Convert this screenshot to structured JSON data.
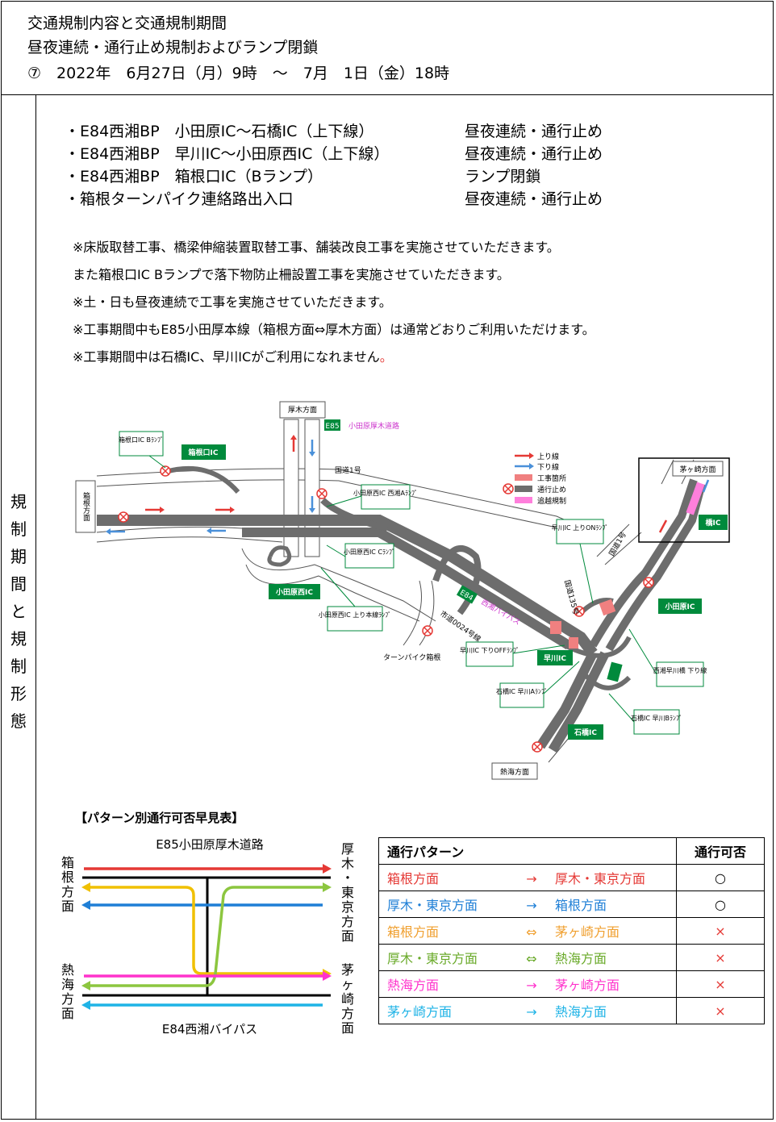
{
  "header": {
    "line1": "交通規制内容と交通規制期間",
    "line2": "昼夜連続・通行止め規制およびランプ閉鎖",
    "line3": "⑦　2022年　6月27日（月）9時　～　7月　1日（金）18時"
  },
  "side_label": [
    "規",
    "制",
    "期",
    "間",
    "と",
    "規",
    "制",
    "形",
    "態"
  ],
  "regulations": [
    {
      "text": "・E84西湘BP　小田原IC～石橋IC（上下線）",
      "type": "昼夜連続・通行止め"
    },
    {
      "text": "・E84西湘BP　早川IC～小田原西IC（上下線）",
      "type": "昼夜連続・通行止め"
    },
    {
      "text": "・E84西湘BP　箱根口IC（Bランプ）",
      "type": "ランプ閉鎖"
    },
    {
      "text": "・箱根ターンパイク連絡路出入口",
      "type": "昼夜連続・通行止め"
    }
  ],
  "notes": [
    "※床版取替工事、橋梁伸縮装置取替工事、舗装改良工事を実施させていただきます。",
    "また箱根口IC Bランプで落下物防止柵設置工事を実施させていただきます。",
    "※土・日も昼夜連続で工事を実施させていただきます。",
    "※工事期間中もE85小田厚本線（箱根方面⇔厚木方面）は通常どおりご利用いただけます。",
    "※工事期間中は石橋IC、早川ICがご利用になれません"
  ],
  "notes_tail": "。",
  "map": {
    "labels": {
      "atsugi": "厚木方面",
      "e85_badge": "E85",
      "e85_name": "小田原厚木道路",
      "hakone_side": "箱根方面",
      "hakoneguchi_b": "箱根口IC Bﾗﾝﾌﾟ",
      "hakoneguchi_ic": "箱根口IC",
      "kokudo1": "国道1号",
      "odawaranishi_a": "小田原西IC 西湘Aﾗﾝﾌﾟ",
      "odawaranishi_c": "小田原西IC Cﾗﾝﾌﾟ",
      "odawaranishi_ic": "小田原西IC",
      "odawaranishi_up": "小田原西IC 上り本線ﾗﾝﾌﾟ",
      "e84_badge": "E84",
      "seisho_bypass": "西湘バイパス",
      "shido": "市道0024号線",
      "kokudo135": "国道135号",
      "turnpike": "ターンパイク箱根",
      "hayakawa_on": "早川IC 上りONﾗﾝﾌﾟ",
      "hayakawa_off": "早川IC 下りOFFﾗﾝﾌﾟ",
      "hayakawa_ic": "早川IC",
      "ishibashi_a": "石橋IC 早川Aﾗﾝﾌﾟ",
      "ishibashi_b": "石橋IC 早川Bﾗﾝﾌﾟ",
      "ishibashi_ic": "石橋IC",
      "atami": "熱海方面",
      "odawara_ic": "小田原IC",
      "hashi_ic": "橋IC",
      "chigasaki": "茅ヶ崎方面",
      "kokudo1_b": "国道1号",
      "seisho_hayakawa": "西湘早川橋 下り線"
    },
    "legend": [
      {
        "label": "上り線",
        "color": "#e53935"
      },
      {
        "label": "下り線",
        "color": "#4a90d9"
      },
      {
        "label": "工事箇所",
        "color": "#f08080"
      },
      {
        "label": "通行止め",
        "color": "#6d6d6d"
      },
      {
        "label": "追越規制",
        "color": "#ff7fdc"
      }
    ]
  },
  "pattern_chart": {
    "title": "【パターン別通行可否早見表】",
    "top_road": "E85小田原厚木道路",
    "bottom_road": "E84西湘バイパス",
    "left_top": [
      "箱",
      "根",
      "方",
      "面"
    ],
    "left_bottom": [
      "熱",
      "海",
      "方",
      "面"
    ],
    "right_top": [
      "厚",
      "木",
      "・",
      "東",
      "京",
      "方",
      "面"
    ],
    "right_bottom": [
      "茅",
      "ヶ",
      "崎",
      "方",
      "面"
    ]
  },
  "pattern_table": {
    "header_pattern": "通行パターン",
    "header_result": "通行可否",
    "rows": [
      {
        "from": "箱根方面",
        "arrow": "→",
        "to": "厚木・東京方面",
        "result": "○",
        "color": "#e53935"
      },
      {
        "from": "厚木・東京方面",
        "arrow": "→",
        "to": "箱根方面",
        "result": "○",
        "color": "#1f7fd6"
      },
      {
        "from": "箱根方面",
        "arrow": "⇔",
        "to": "茅ヶ崎方面",
        "result": "×",
        "color": "#f0a030"
      },
      {
        "from": "厚木・東京方面",
        "arrow": "⇔",
        "to": "熱海方面",
        "result": "×",
        "color": "#8cc63f"
      },
      {
        "from": "熱海方面",
        "arrow": "→",
        "to": "茅ヶ崎方面",
        "result": "×",
        "color": "#ff33cc"
      },
      {
        "from": "茅ヶ崎方面",
        "arrow": "→",
        "to": "熱海方面",
        "result": "×",
        "color": "#1fb3e6"
      }
    ]
  }
}
